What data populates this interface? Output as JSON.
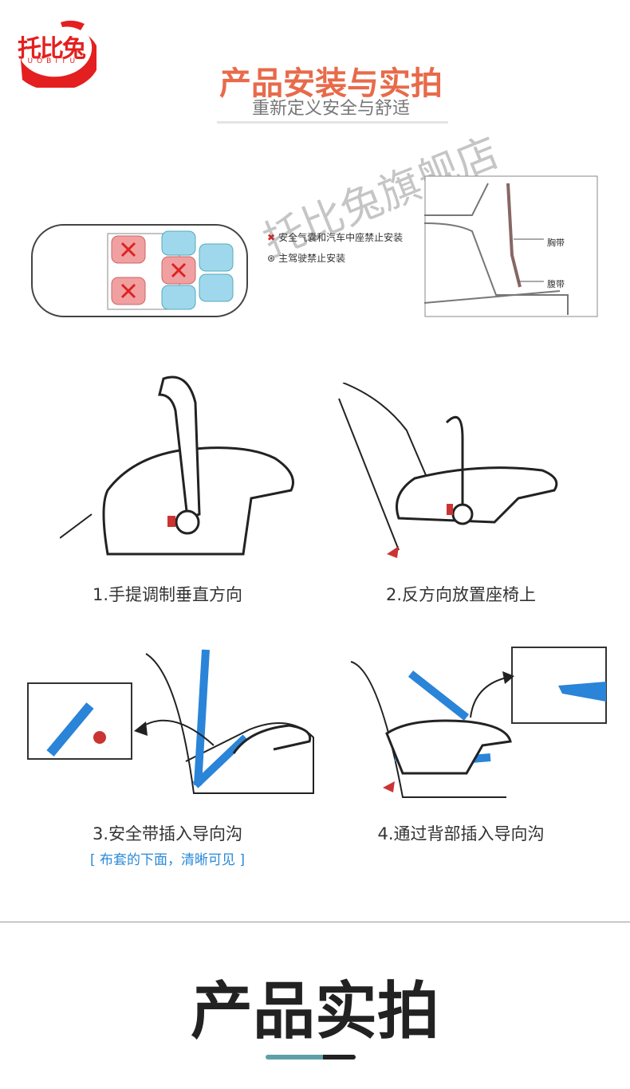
{
  "brand": {
    "name": "托比兔",
    "latin": "TUOBITU",
    "color": "#e41f1f"
  },
  "header": {
    "title": "产品安装与实拍",
    "subtitle": "重新定义安全与舒适"
  },
  "watermark": "托比兔旗舰店",
  "diagram": {
    "legend": [
      {
        "icon": "red-x-icon",
        "text": "安全气囊和汽车中座禁止安装"
      },
      {
        "icon": "steering-wheel-icon",
        "text": "主驾驶禁止安装"
      }
    ],
    "belt_labels": {
      "chest": "胸带",
      "lap": "腹带"
    }
  },
  "steps": [
    {
      "label": "1.手提调制垂直方向"
    },
    {
      "label": "2.反方向放置座椅上"
    },
    {
      "label": "3.安全带插入导向沟"
    },
    {
      "label": "4.通过背部插入导向沟"
    }
  ],
  "note": "[ 布套的下面，清晰可见 ]",
  "section": {
    "title": "产品实拍"
  },
  "colors": {
    "title": "#e86a4a",
    "belt": "#2a84d8",
    "note": "#2a8ad8",
    "accent": "#5ea0a8"
  }
}
